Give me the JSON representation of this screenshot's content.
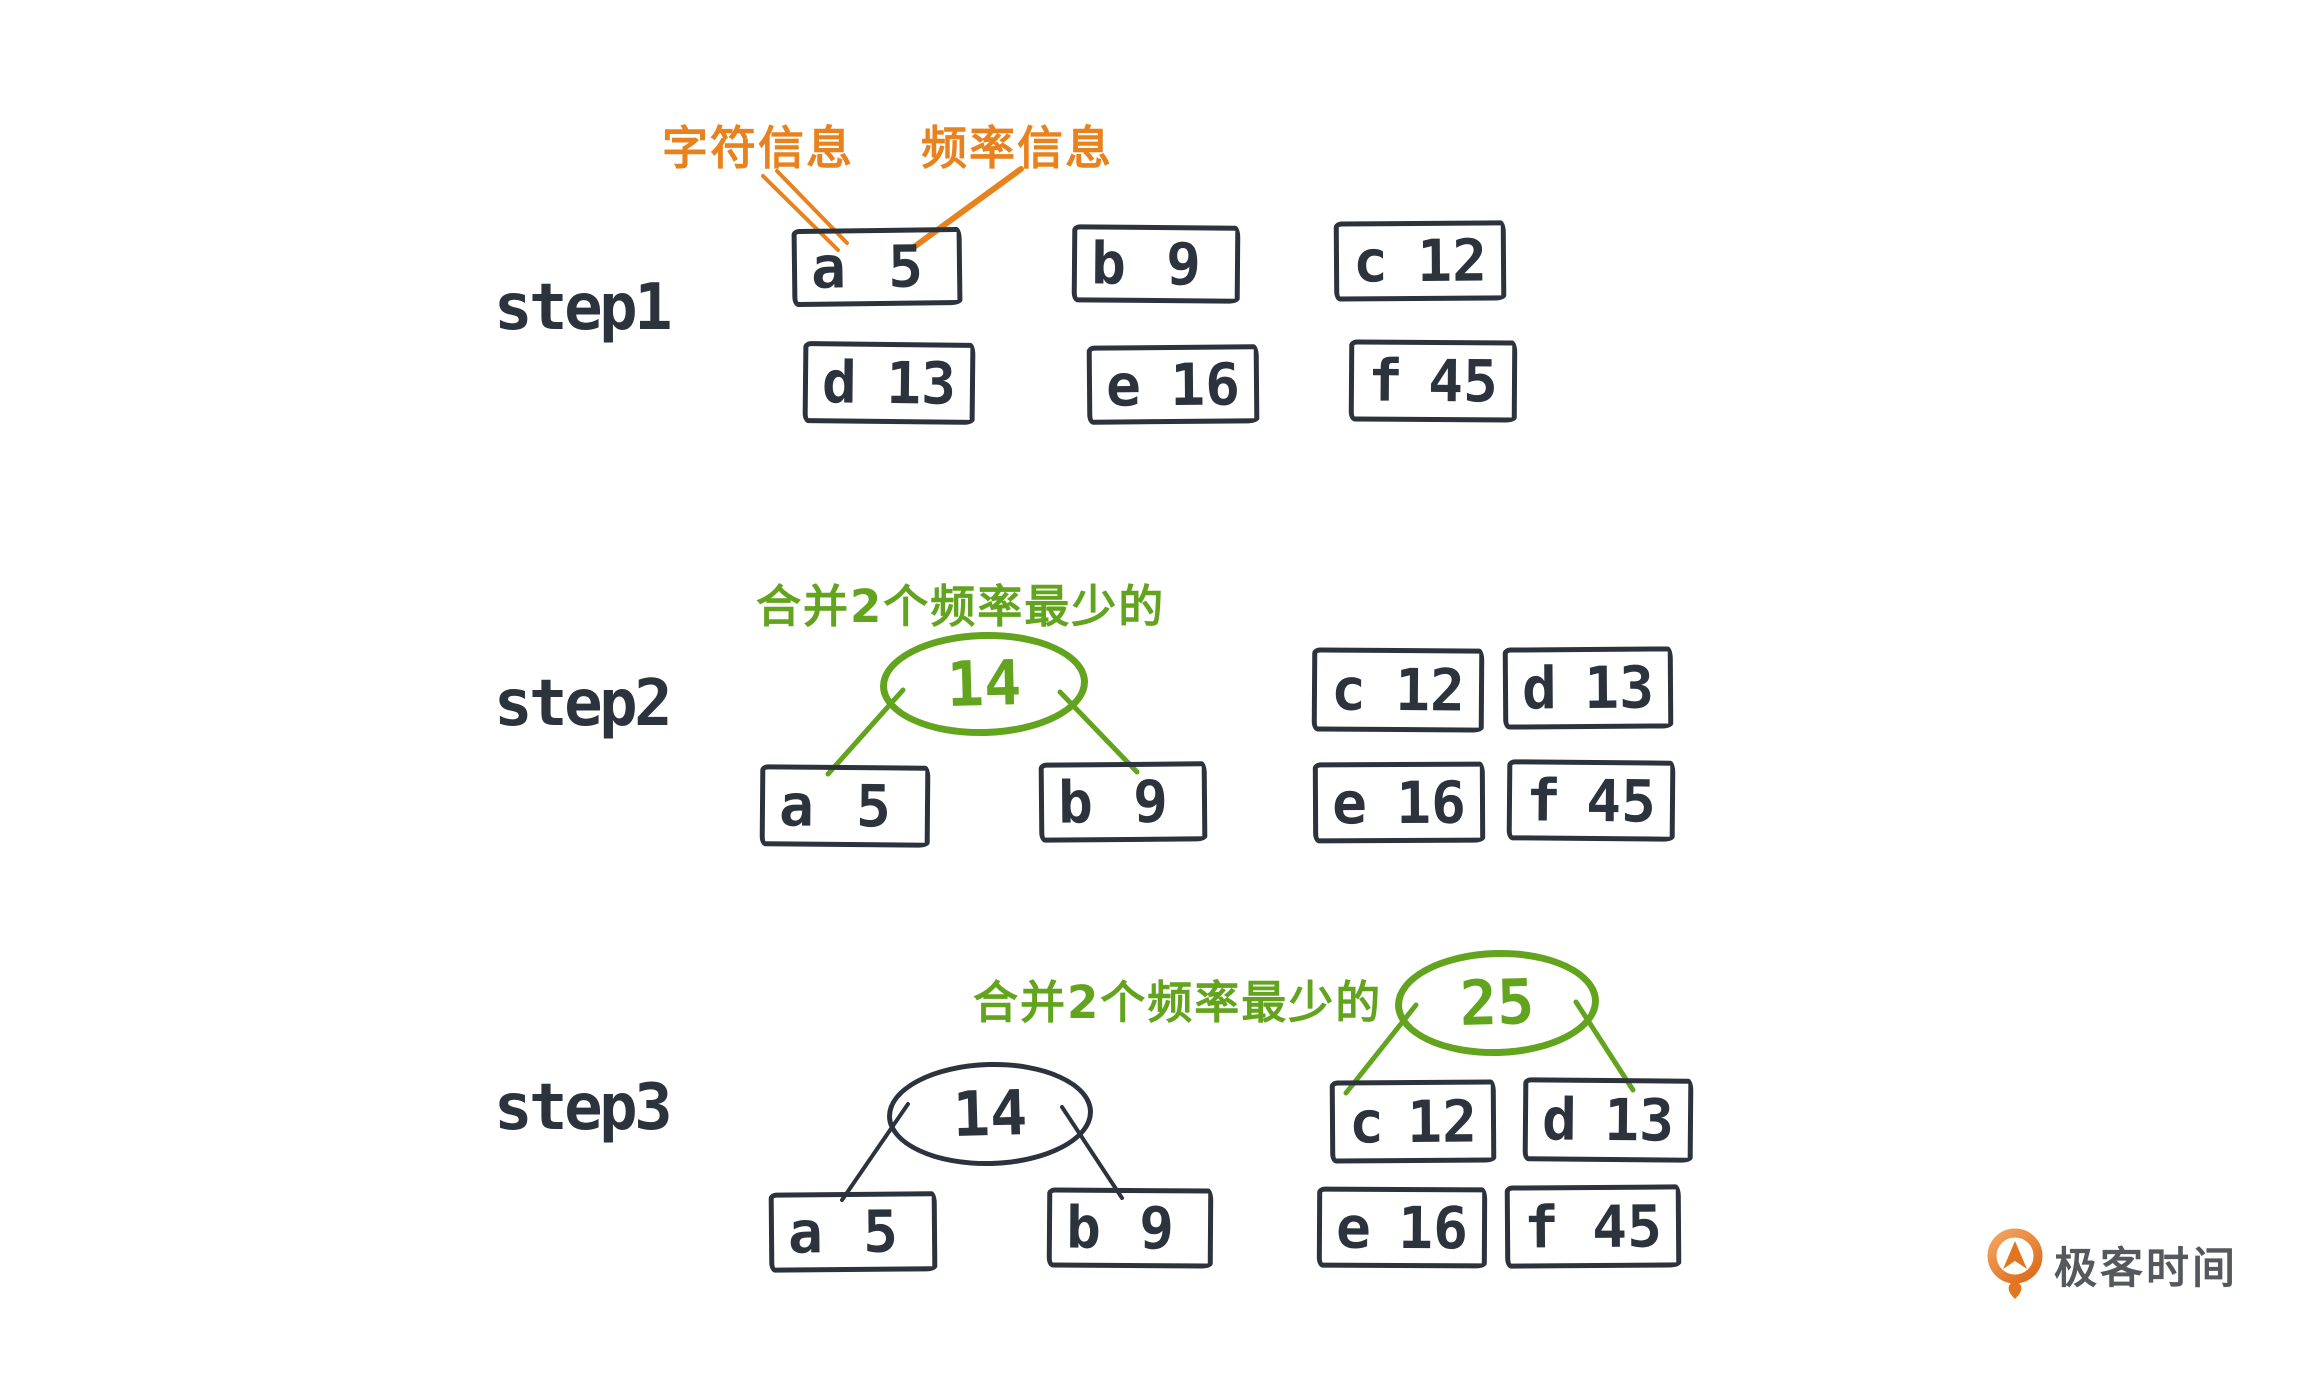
{
  "colors": {
    "ink": "#2d333d",
    "orange": "#e8821e",
    "green": "#63a41f",
    "logo_text": "#55585c",
    "background": "#ffffff"
  },
  "annotations": {
    "char_info": "字符信息",
    "freq_info": "频率信息"
  },
  "step1": {
    "label": "step1",
    "boxes": [
      {
        "char": "a",
        "freq": "5"
      },
      {
        "char": "b",
        "freq": "9"
      },
      {
        "char": "c",
        "freq": "12"
      },
      {
        "char": "d",
        "freq": "13"
      },
      {
        "char": "e",
        "freq": "16"
      },
      {
        "char": "f",
        "freq": "45"
      }
    ]
  },
  "step2": {
    "label": "step2",
    "annotation": "合并2个频率最少的",
    "merged": {
      "value": "14"
    },
    "children": [
      {
        "char": "a",
        "freq": "5"
      },
      {
        "char": "b",
        "freq": "9"
      }
    ],
    "pool": [
      {
        "char": "c",
        "freq": "12"
      },
      {
        "char": "d",
        "freq": "13"
      },
      {
        "char": "e",
        "freq": "16"
      },
      {
        "char": "f",
        "freq": "45"
      }
    ]
  },
  "step3": {
    "label": "step3",
    "annotation": "合并2个频率最少的",
    "subtree": {
      "value": "14",
      "children": [
        {
          "char": "a",
          "freq": "5"
        },
        {
          "char": "b",
          "freq": "9"
        }
      ]
    },
    "merged": {
      "value": "25",
      "children": [
        {
          "char": "c",
          "freq": "12"
        },
        {
          "char": "d",
          "freq": "13"
        }
      ]
    },
    "pool": [
      {
        "char": "e",
        "freq": "16"
      },
      {
        "char": "f",
        "freq": "45"
      }
    ]
  },
  "logo": {
    "text": "极客时间"
  }
}
